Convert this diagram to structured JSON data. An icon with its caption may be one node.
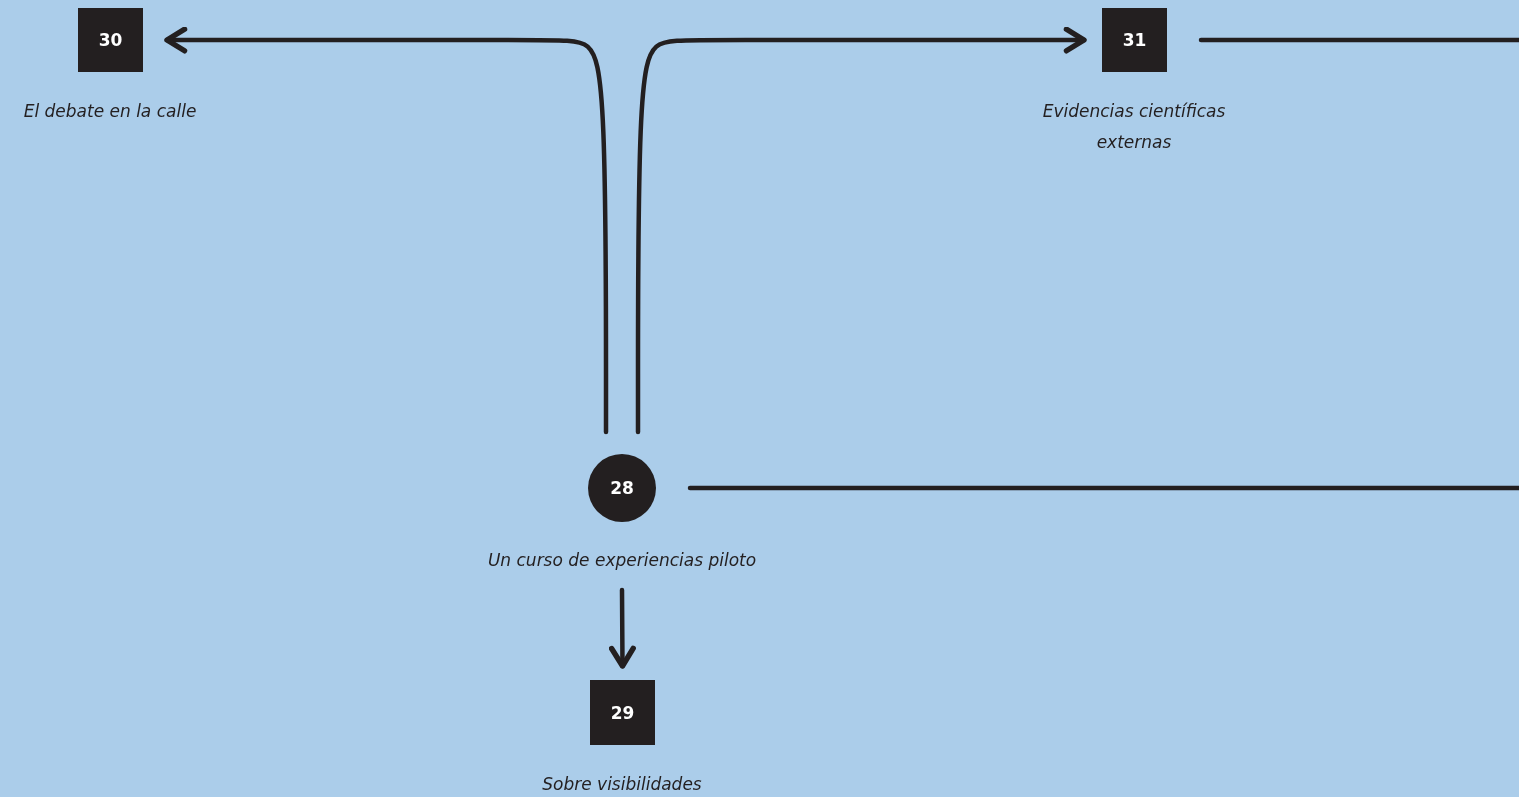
{
  "diagram": {
    "nodes": [
      {
        "text": [
          "30"
        ],
        "beside": [
          "El debate en la calle"
        ]
      },
      {
        "text": [
          "31"
        ],
        "beside": [
          "Evidencias científicas externas"
        ]
      },
      {
        "text": [
          "28"
        ],
        "beside": [
          "Un curso de experiencias piloto"
        ]
      },
      {
        "text": [
          "29"
        ],
        "beside": [
          "Sobre visibilidades"
        ]
      }
    ],
    "edges": [
      {
        "from": 2,
        "to": 0,
        "arrow": "to"
      },
      {
        "from": 2,
        "to": 1,
        "arrow": "to"
      },
      {
        "from": 1,
        "to": null,
        "arrow": "none"
      },
      {
        "from": 2,
        "to": null,
        "arrow": "none"
      },
      {
        "from": 2,
        "to": 3,
        "arrow": "to"
      }
    ]
  }
}
